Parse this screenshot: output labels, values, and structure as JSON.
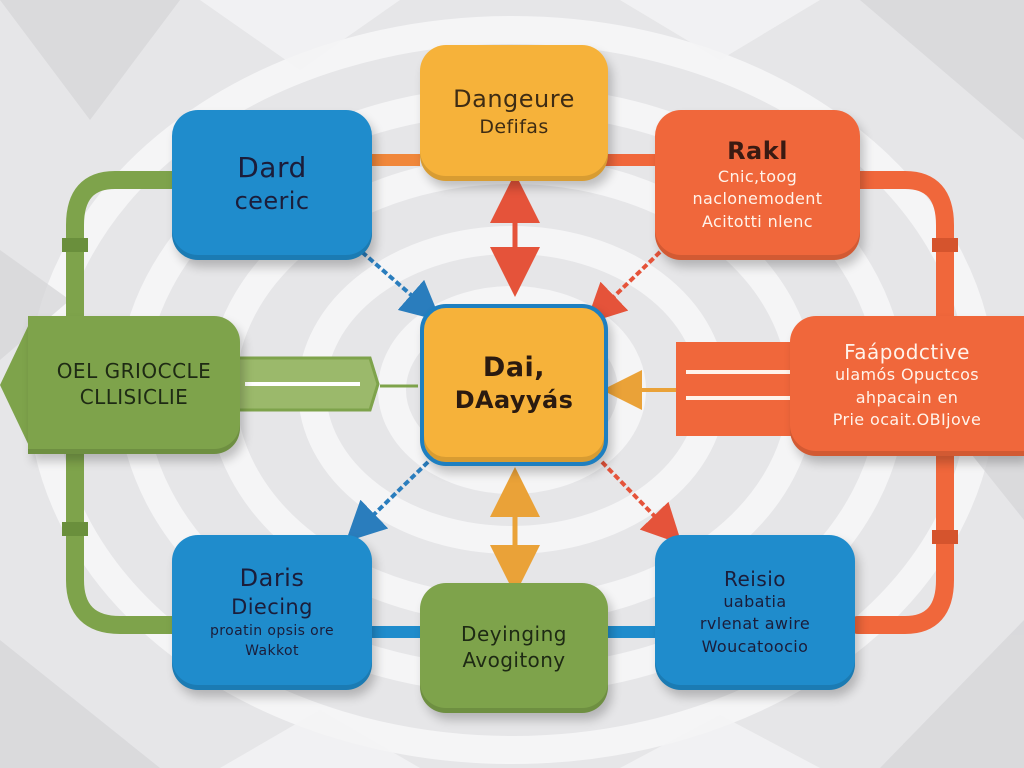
{
  "colors": {
    "blue": "#1f8ccc",
    "orange": "#f0673b",
    "yellow": "#f6b23a",
    "green": "#7ea34b",
    "arrow_orange": "#e5533a",
    "arrow_blue": "#2a7dbd",
    "arrow_yellow": "#eaa238"
  },
  "nodes": {
    "top_center": {
      "title": "Dangeure",
      "lines": [
        "Defifas"
      ]
    },
    "top_left": {
      "title": "Dard",
      "lines": [
        "ceeric"
      ]
    },
    "top_right": {
      "title": "Rakl",
      "lines": [
        "Cnic,toog",
        "naclonemodent",
        "Acitotti nlenc"
      ]
    },
    "left": {
      "title": "OEL GRIOCCLE",
      "lines": [
        "CLLISICLIE"
      ]
    },
    "center": {
      "title": "Dai,",
      "lines": [
        "DAayyás"
      ]
    },
    "right": {
      "title": "Faápodctive",
      "lines": [
        "ulamós Opuctcos",
        "ahpacain en",
        "Prie ocait.OBIjove"
      ]
    },
    "bottom_left": {
      "title": "Daris",
      "lines": [
        "Diecing",
        "proatin opsis ore",
        "Wakkot"
      ]
    },
    "bottom_center": {
      "title": "Deyinging",
      "lines": [
        "Avogitony"
      ]
    },
    "bottom_right": {
      "title": "Reisio",
      "lines": [
        "uabatia",
        "rvlenat awire",
        "Woucatoocio"
      ]
    }
  }
}
